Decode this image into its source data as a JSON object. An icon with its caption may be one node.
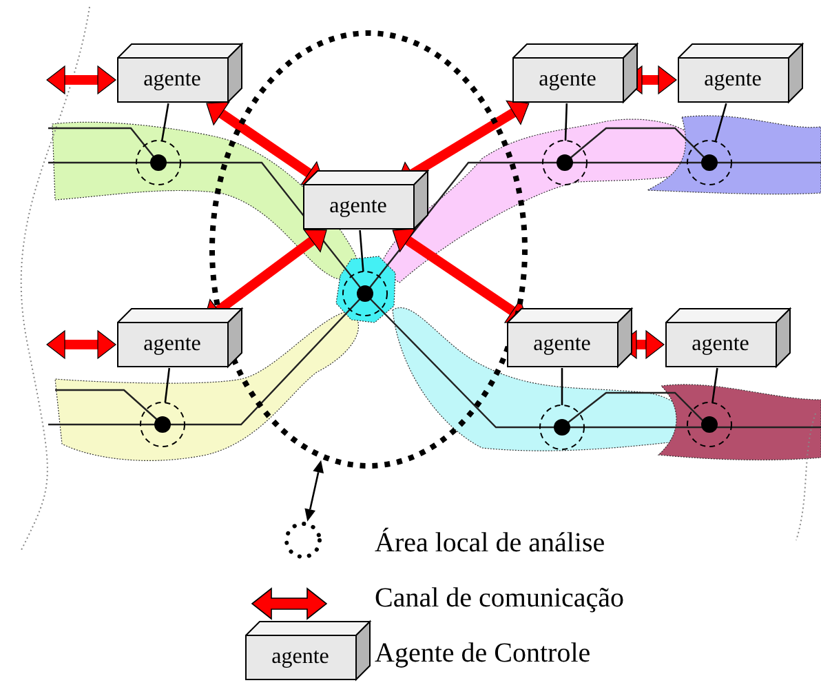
{
  "diagram": {
    "nodes": [
      {
        "text": [],
        "shape": "circle"
      },
      {
        "text": [
          "agente"
        ]
      },
      {
        "text": [
          "agente"
        ]
      },
      {
        "text": [
          "agente"
        ]
      },
      {
        "text": [],
        "shape": "circle"
      },
      {
        "text": [],
        "shape": "circle"
      },
      {
        "text": [],
        "shape": "circle"
      },
      {
        "text": [
          "agente"
        ],
        "in": 0
      },
      {
        "text": [],
        "shape": "circle",
        "in": 0
      },
      {
        "text": [
          "agente"
        ]
      },
      {
        "text": [
          "agente"
        ]
      },
      {
        "text": [
          "agente"
        ]
      },
      {
        "text": [],
        "shape": "circle"
      },
      {
        "text": [],
        "shape": "circle"
      },
      {
        "text": [],
        "shape": "circle"
      },
      {
        "text": [],
        "shape": "circle"
      }
    ],
    "edges": [
      {
        "from": null,
        "to": 1,
        "arrow": "both",
        "style": "thick",
        "color": "#ff0000"
      },
      {
        "from": 2,
        "to": 3,
        "arrow": "both",
        "style": "thick",
        "color": "#ff0000"
      },
      {
        "from": 1,
        "to": 7,
        "arrow": "both",
        "style": "thick",
        "color": "#ff0000"
      },
      {
        "from": 7,
        "to": 2,
        "arrow": "both",
        "style": "thick",
        "color": "#ff0000"
      },
      {
        "from": 7,
        "to": 9,
        "arrow": "both",
        "style": "thick",
        "color": "#ff0000"
      },
      {
        "from": 7,
        "to": 10,
        "arrow": "both",
        "style": "thick",
        "color": "#ff0000"
      },
      {
        "from": null,
        "to": 9,
        "arrow": "both",
        "style": "thick",
        "color": "#ff0000"
      },
      {
        "from": 10,
        "to": 11,
        "arrow": "both",
        "style": "thick",
        "color": "#ff0000"
      },
      {
        "from": 1,
        "to": 4,
        "arrow": "none",
        "color": "#000000"
      },
      {
        "from": 2,
        "to": 5,
        "arrow": "none",
        "color": "#000000"
      },
      {
        "from": 3,
        "to": 6,
        "arrow": "none",
        "color": "#000000"
      },
      {
        "from": 7,
        "to": 8,
        "arrow": "none",
        "color": "#000000"
      },
      {
        "from": 9,
        "to": 12,
        "arrow": "none",
        "color": "#000000"
      },
      {
        "from": 10,
        "to": 13,
        "arrow": "none",
        "color": "#000000"
      },
      {
        "from": 11,
        "to": 14,
        "arrow": "none",
        "color": "#000000"
      },
      {
        "from": 0,
        "to": 15,
        "arrow": "both",
        "color": "#000000"
      }
    ],
    "labels": [
      "agente"
    ],
    "legend": [
      {
        "text": "Área local de análise"
      },
      {
        "text": "Canal de comunicação"
      },
      {
        "text": "Agente de Controle"
      }
    ]
  }
}
